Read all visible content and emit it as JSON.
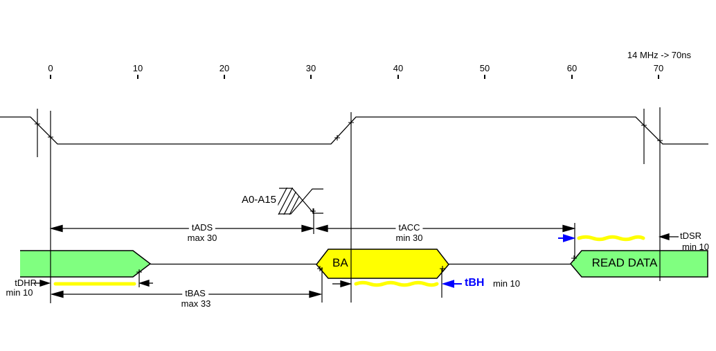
{
  "note": "14 MHz -> 70ns",
  "axis": {
    "ticks": [
      {
        "label": "0"
      },
      {
        "label": "10"
      },
      {
        "label": "20"
      },
      {
        "label": "30"
      },
      {
        "label": "40"
      },
      {
        "label": "50"
      },
      {
        "label": "60"
      },
      {
        "label": "70"
      }
    ]
  },
  "signals": {
    "address": {
      "label": "A0-A15"
    },
    "ba": {
      "label": "BA"
    },
    "read_data": {
      "label": "READ DATA"
    }
  },
  "timings": {
    "tads": {
      "name": "tADS",
      "constraint": "max 30"
    },
    "tacc": {
      "name": "tACC",
      "constraint": "min 30"
    },
    "tbas": {
      "name": "tBAS",
      "constraint": "max 33"
    },
    "tdhr": {
      "name": "tDHR",
      "constraint": "min 10"
    },
    "tdsr": {
      "name": "tDSR",
      "constraint": "min 10"
    },
    "tbh": {
      "name": "tBH",
      "constraint": "min 10"
    }
  },
  "colors": {
    "bus_green": "#80ff80",
    "bus_yellow": "#ffff00",
    "highlight_yellow": "#ffff00",
    "arrow_blue": "#0000ff",
    "line_black": "#000000"
  }
}
